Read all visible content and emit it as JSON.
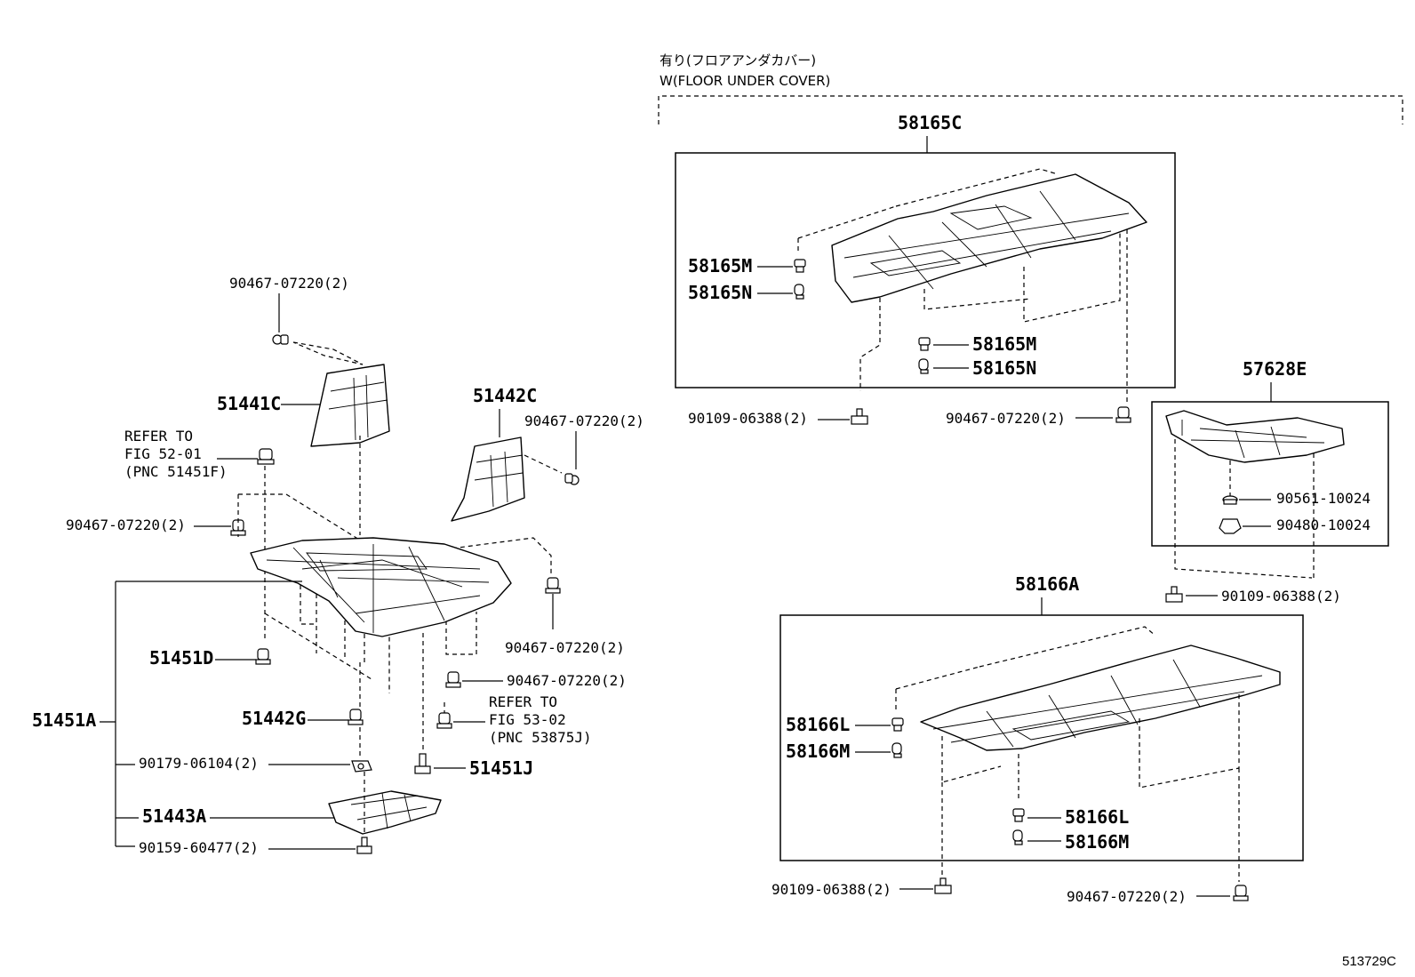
{
  "header": {
    "jp": "有り(フロアアンダカバー)",
    "en": "W(FLOOR UNDER COVER)"
  },
  "labels": {
    "p90467_top": "90467-07220(2)",
    "p51441C": "51441C",
    "p51442C": "51442C",
    "p90467_51442C": "90467-07220(2)",
    "refer1": "REFER TO",
    "refer1_fig": "FIG 52-01",
    "refer1_pnc": "(PNC 51451F)",
    "p90467_left": "90467-07220(2)",
    "p90467_right": "90467-07220(2)",
    "p51451D": "51451D",
    "p90467_mid": "90467-07220(2)",
    "refer2": "REFER TO",
    "refer2_fig": "FIG 53-02",
    "refer2_pnc": "(PNC 53875J)",
    "p51451A": "51451A",
    "p51442G": "51442G",
    "p90179": "90179-06104(2)",
    "p51451J": "51451J",
    "p51443A": "51443A",
    "p90159": "90159-60477(2)",
    "p58165C": "58165C",
    "p58165M_a": "58165M",
    "p58165N_a": "58165N",
    "p58165M_b": "58165M",
    "p58165N_b": "58165N",
    "p90109_a": "90109-06388(2)",
    "p90467_c": "90467-07220(2)",
    "p57628E": "57628E",
    "p90561": "90561-10024",
    "p90480": "90480-10024",
    "p90109_b": "90109-06388(2)",
    "p58166A": "58166A",
    "p58166L_a": "58166L",
    "p58166M_a": "58166M",
    "p58166L_b": "58166L",
    "p58166M_b": "58166M",
    "p90109_c": "90109-06388(2)",
    "p90467_d": "90467-07220(2)"
  },
  "footer": {
    "code": "513729C"
  }
}
